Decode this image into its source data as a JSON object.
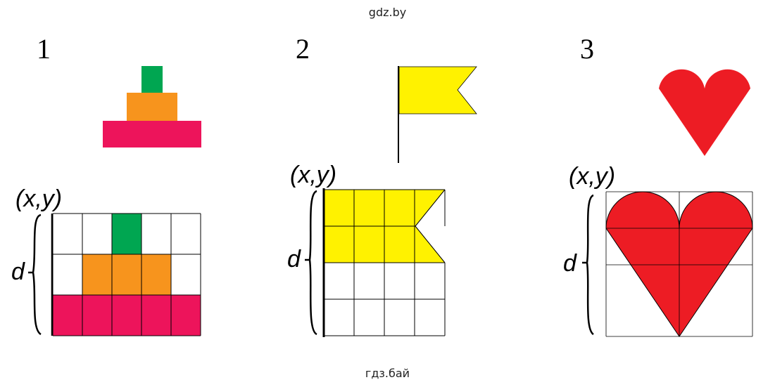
{
  "watermark_top": "gdz.by",
  "watermark_bottom": "гдз.бай",
  "figures": [
    {
      "number": "1",
      "label": "(x,y)",
      "d_label": "d"
    },
    {
      "number": "2",
      "label": "(x,y)",
      "d_label": "d"
    },
    {
      "number": "3",
      "label": "(x,y)",
      "d_label": "d"
    }
  ],
  "colors": {
    "green": "#00a651",
    "orange": "#f7941d",
    "crimson": "#ed145b",
    "yellow": "#fff200",
    "red": "#ed1c24",
    "grid": "#000000"
  }
}
